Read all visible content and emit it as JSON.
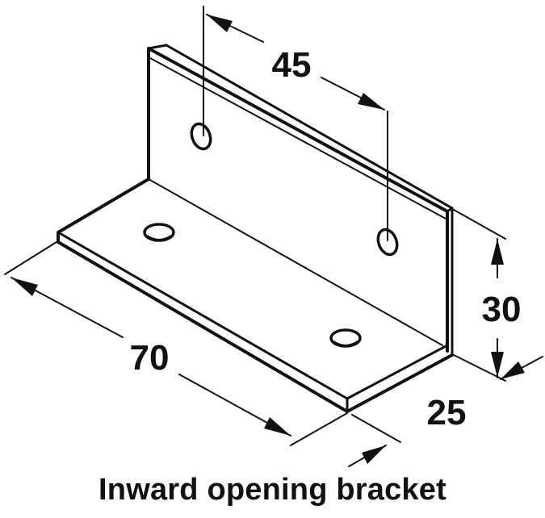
{
  "dimensions": {
    "hole_spacing": "45",
    "height": "30",
    "length": "70",
    "depth": "25"
  },
  "caption": "Inward opening bracket",
  "colors": {
    "ink": "#111111",
    "paper": "#ffffff"
  }
}
